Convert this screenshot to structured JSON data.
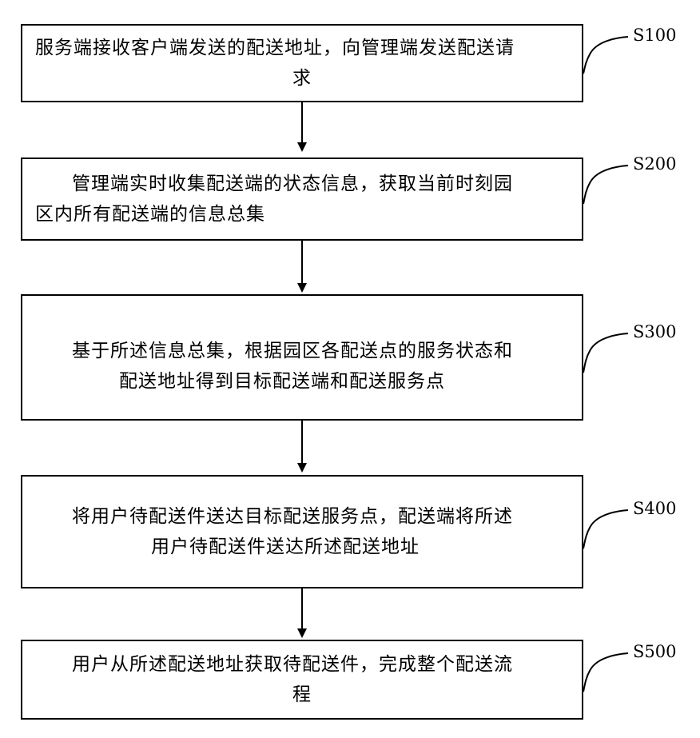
{
  "steps": [
    {
      "id": "S100",
      "line1": "服务端接收客户端发送的配送地址，向管理端发送配送请",
      "line2": "求"
    },
    {
      "id": "S200",
      "line1": "管理端实时收集配送端的状态信息，获取当前时刻园",
      "line2": "区内所有配送端的信息总集"
    },
    {
      "id": "S300",
      "line1": "基于所述信息总集，根据园区各配送点的服务状态和",
      "line2": "配送地址得到目标配送端和配送服务点"
    },
    {
      "id": "S400",
      "line1": "将用户待配送件送达目标配送服务点，配送端将所述",
      "line2": "用户待配送件送达所述配送地址"
    },
    {
      "id": "S500",
      "line1": "用户从所述配送地址获取待配送件，完成整个配送流",
      "line2": "程"
    }
  ]
}
